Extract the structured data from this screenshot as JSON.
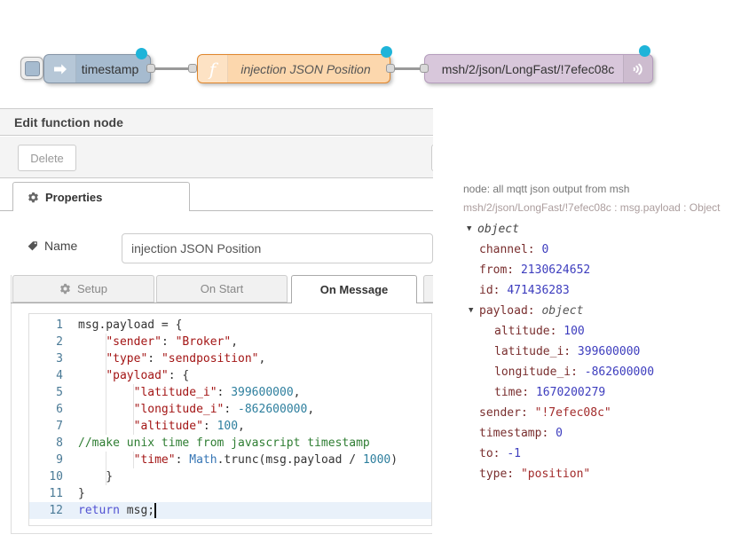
{
  "colors": {
    "modified_dot": "#1fb4d9",
    "inject_node": "#a6bbcf",
    "function_node": "#fcd7ad",
    "mqtt_node": "#d8c7db"
  },
  "flow": {
    "inject": {
      "label": "timestamp"
    },
    "function": {
      "label": "injection JSON Position"
    },
    "mqtt": {
      "label": "msh/2/json/LongFast/!7efec08c"
    }
  },
  "tray": {
    "title": "Edit function node",
    "delete_button": "Delete",
    "properties_tab": "Properties",
    "name_label": "Name",
    "name_value": "injection JSON Position",
    "tabs": {
      "setup": "Setup",
      "on_start": "On Start",
      "on_message": "On Message"
    }
  },
  "code": {
    "lines": [
      {
        "n": 1,
        "t": [
          [
            "d",
            "msg.payload = {"
          ]
        ]
      },
      {
        "n": 2,
        "t": [
          [
            "d",
            "    "
          ],
          [
            "s",
            "\"sender\""
          ],
          [
            "d",
            ": "
          ],
          [
            "s",
            "\"Broker\""
          ],
          [
            "d",
            ","
          ]
        ]
      },
      {
        "n": 3,
        "t": [
          [
            "d",
            "    "
          ],
          [
            "s",
            "\"type\""
          ],
          [
            "d",
            ": "
          ],
          [
            "s",
            "\"sendposition\""
          ],
          [
            "d",
            ","
          ]
        ]
      },
      {
        "n": 4,
        "t": [
          [
            "d",
            "    "
          ],
          [
            "s",
            "\"payload\""
          ],
          [
            "d",
            ": {"
          ]
        ]
      },
      {
        "n": 5,
        "t": [
          [
            "d",
            "        "
          ],
          [
            "s",
            "\"latitude_i\""
          ],
          [
            "d",
            ": "
          ],
          [
            "n",
            "399600000"
          ],
          [
            "d",
            ","
          ]
        ]
      },
      {
        "n": 6,
        "t": [
          [
            "d",
            "        "
          ],
          [
            "s",
            "\"longitude_i\""
          ],
          [
            "d",
            ": "
          ],
          [
            "n",
            "-862600000"
          ],
          [
            "d",
            ","
          ]
        ]
      },
      {
        "n": 7,
        "t": [
          [
            "d",
            "        "
          ],
          [
            "s",
            "\"altitude\""
          ],
          [
            "d",
            ": "
          ],
          [
            "n",
            "100"
          ],
          [
            "d",
            ","
          ]
        ]
      },
      {
        "n": 8,
        "t": [
          [
            "c",
            "//make unix time from javascript timestamp"
          ]
        ]
      },
      {
        "n": 9,
        "t": [
          [
            "d",
            "        "
          ],
          [
            "s",
            "\"time\""
          ],
          [
            "d",
            ": "
          ],
          [
            "m",
            "Math"
          ],
          [
            "d",
            ".trunc(msg.payload / "
          ],
          [
            "n",
            "1000"
          ],
          [
            "d",
            ")"
          ]
        ]
      },
      {
        "n": 10,
        "t": [
          [
            "d",
            "    }"
          ]
        ]
      },
      {
        "n": 11,
        "t": [
          [
            "d",
            "}"
          ]
        ]
      },
      {
        "n": 12,
        "t": [
          [
            "k",
            "return"
          ],
          [
            "d",
            " msg;"
          ]
        ]
      }
    ]
  },
  "debug": {
    "meta_node": "node: all mqtt json output from msh",
    "meta_topic": "msh/2/json/LongFast/!7efec08c : msg.payload : Object",
    "tree": [
      {
        "indent": 0,
        "arrow": true,
        "root": true,
        "type": "object"
      },
      {
        "indent": 1,
        "key": "channel",
        "value": "0",
        "vt": "num"
      },
      {
        "indent": 1,
        "key": "from",
        "value": "2130624652",
        "vt": "num"
      },
      {
        "indent": 1,
        "key": "id",
        "value": "471436283",
        "vt": "num"
      },
      {
        "indent": 1,
        "arrow": true,
        "key": "payload",
        "type": "object"
      },
      {
        "indent": 2,
        "key": "altitude",
        "value": "100",
        "vt": "num"
      },
      {
        "indent": 2,
        "key": "latitude_i",
        "value": "399600000",
        "vt": "num"
      },
      {
        "indent": 2,
        "key": "longitude_i",
        "value": "-862600000",
        "vt": "num"
      },
      {
        "indent": 2,
        "key": "time",
        "value": "1670200279",
        "vt": "num"
      },
      {
        "indent": 1,
        "key": "sender",
        "value": "\"!7efec08c\"",
        "vt": "str"
      },
      {
        "indent": 1,
        "key": "timestamp",
        "value": "0",
        "vt": "num"
      },
      {
        "indent": 1,
        "key": "to",
        "value": "-1",
        "vt": "num"
      },
      {
        "indent": 1,
        "key": "type",
        "value": "\"position\"",
        "vt": "str"
      }
    ]
  }
}
